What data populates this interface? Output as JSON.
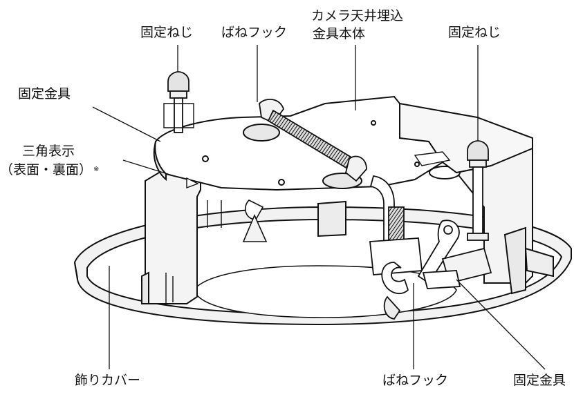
{
  "labels": {
    "fixing_screw_left": "固定ねじ",
    "spring_hook_top": "ばねフック",
    "bracket_body_line1": "カメラ天井埋込",
    "bracket_body_line2": "金具本体",
    "fixing_screw_right": "固定ねじ",
    "fixing_bracket_left": "固定金具",
    "triangle_mark_line1": "三角表示",
    "triangle_mark_line2": "（表面・裏面）",
    "note_mark": "※",
    "decorative_cover": "飾りカバー",
    "spring_hook_bottom": "ばねフック",
    "fixing_bracket_right": "固定金具"
  }
}
